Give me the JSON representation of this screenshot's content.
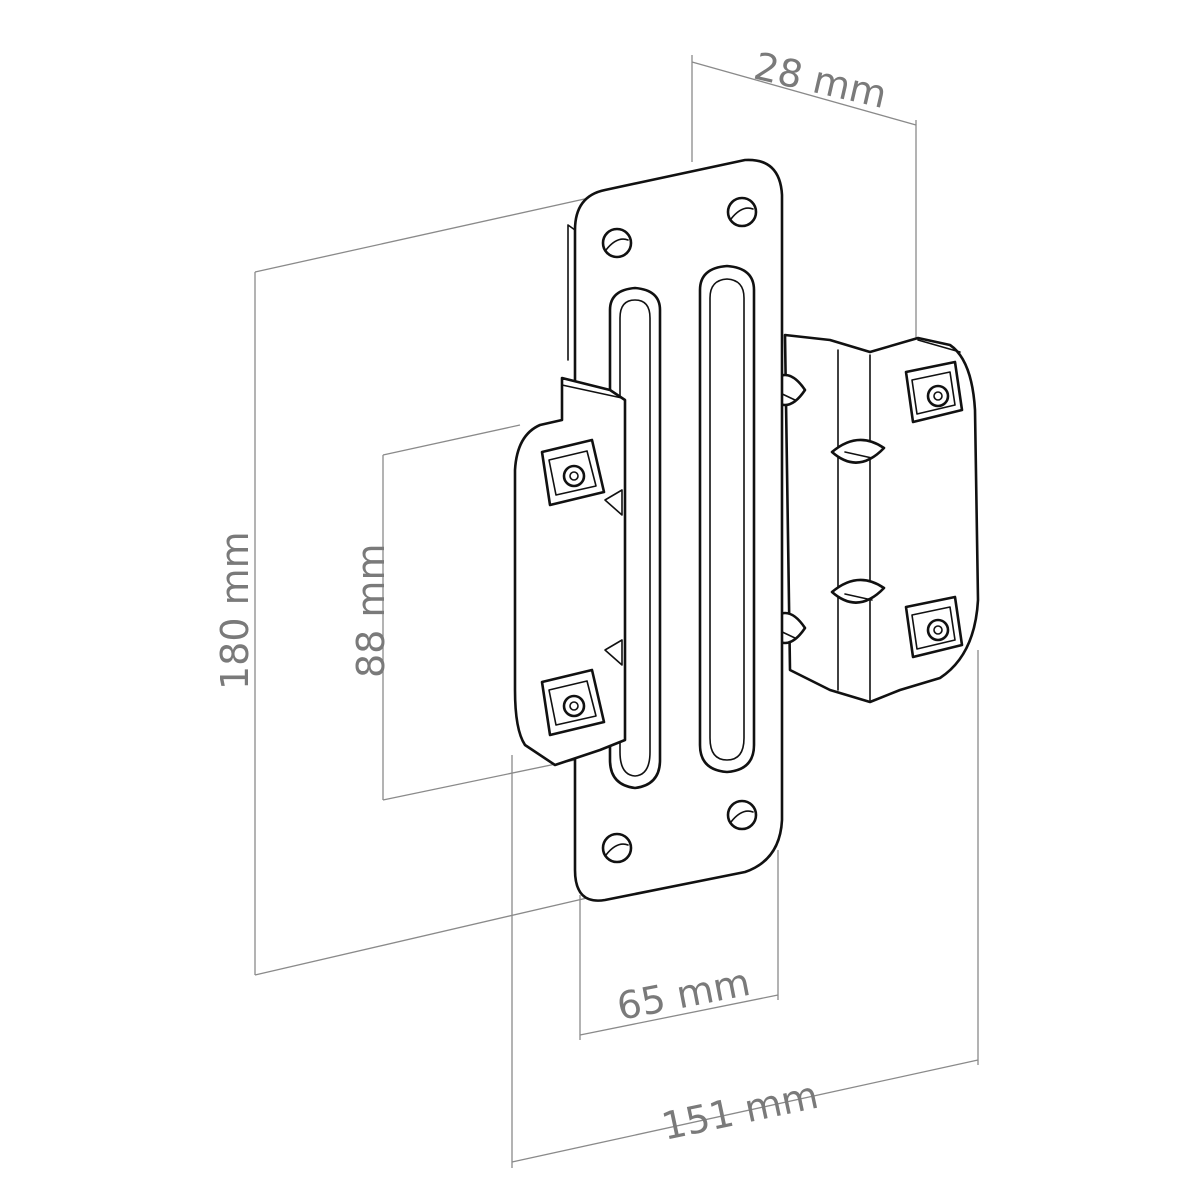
{
  "dimensions": {
    "depth": "28 mm",
    "height": "180 mm",
    "slot_spacing": "88 mm",
    "plate_width": "65 mm",
    "total_width": "151 mm"
  }
}
